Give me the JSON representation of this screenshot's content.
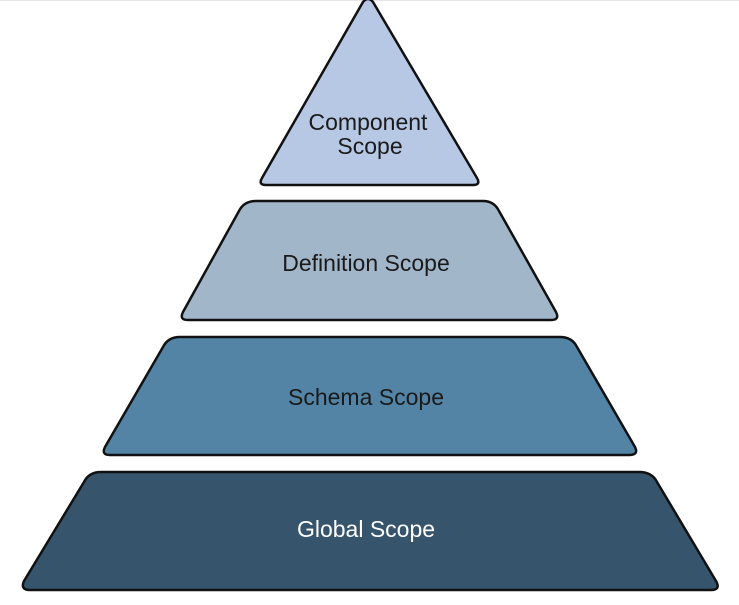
{
  "diagram": {
    "tiers": [
      {
        "id": "component",
        "lines": [
          "Component",
          "Scope"
        ],
        "fill": "#b7c8e5",
        "text_color": "#1a1a1a"
      },
      {
        "id": "definition",
        "lines": [
          "Definition Scope"
        ],
        "fill": "#a2b6ca",
        "text_color": "#1a1a1a"
      },
      {
        "id": "schema",
        "lines": [
          "Schema Scope"
        ],
        "fill": "#5384a5",
        "text_color": "#1a1a1a"
      },
      {
        "id": "global",
        "lines": [
          "Global Scope"
        ],
        "fill": "#36556d",
        "text_color": "#ffffff"
      }
    ],
    "stroke_color": "#111111"
  }
}
